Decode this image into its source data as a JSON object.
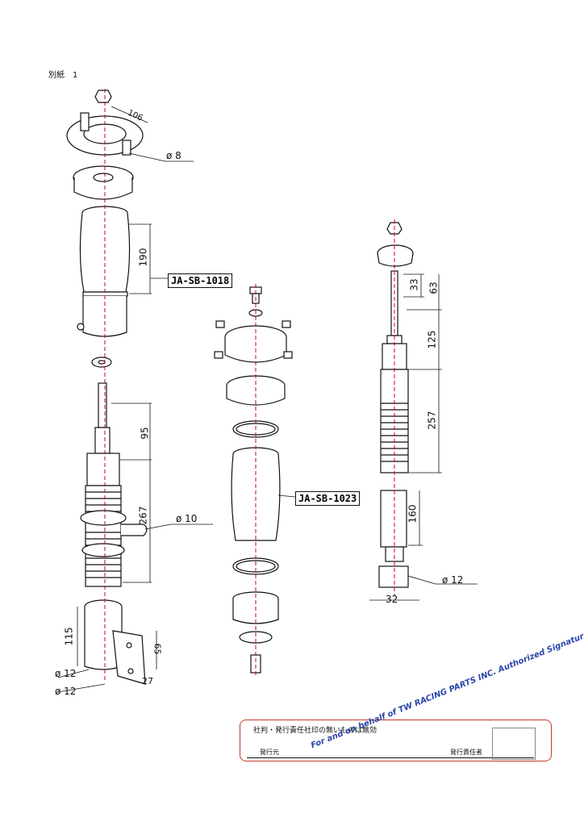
{
  "sheet_label": "別紙　1",
  "parts": {
    "left": "JA-SB-1018",
    "middle": "JA-SB-1023"
  },
  "dimensions": {
    "d106": "106",
    "phi8": "ø 8",
    "d190": "190",
    "d95": "95",
    "d267": "267",
    "phi10": "ø 10",
    "d115": "115",
    "d65": "65",
    "d27": "27",
    "phi12a": "ø 12",
    "phi12b": "ø 12",
    "d33": "33",
    "d63": "63",
    "d125": "125",
    "d257": "257",
    "d160": "160",
    "phi12c": "ø 12",
    "d32": "32"
  },
  "stamp": {
    "notice": "社判・発行責任社印の無いものは無効",
    "issuer_label": "発行元",
    "responsible_label": "発行責任者",
    "signature_text": "For and on behalf of TW RACING PARTS INC. Authorized Signature(s)"
  },
  "colors": {
    "line": "#111111",
    "axis": "#d0021b",
    "stamp_border": "#c0392b",
    "signature": "#2a46a8"
  }
}
